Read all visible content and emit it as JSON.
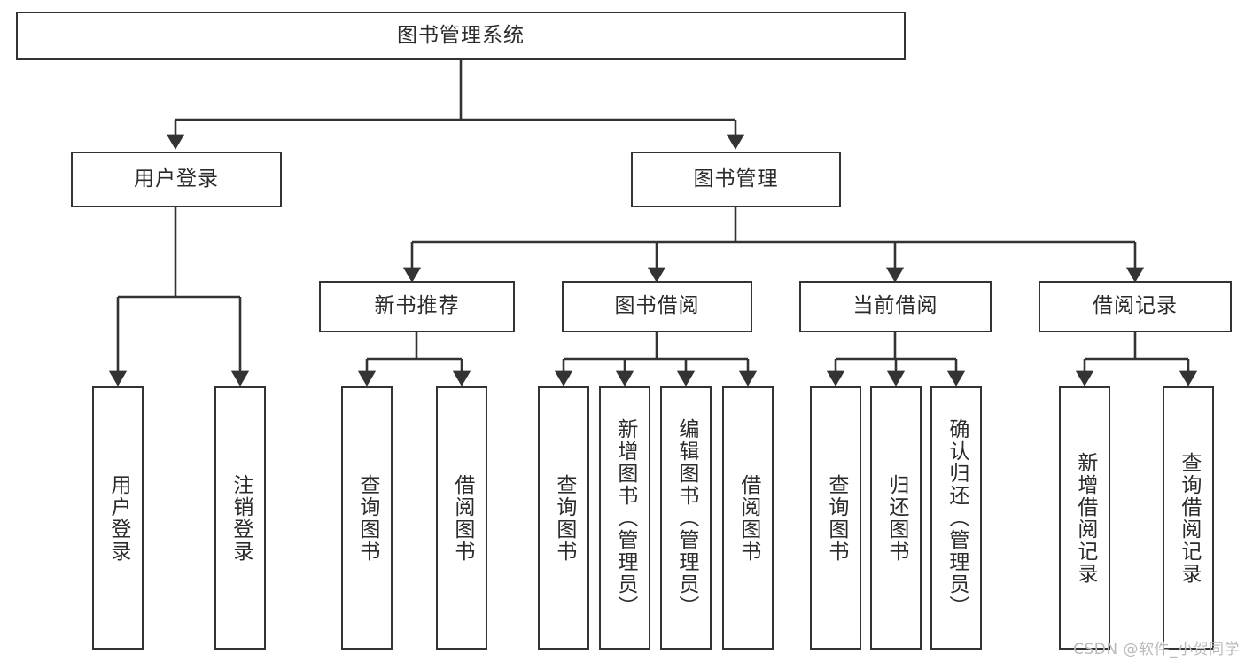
{
  "diagram": {
    "title": "图书管理系统",
    "type": "tree",
    "watermark": "CSDN @软件_小贺同学",
    "colors": {
      "stroke": "#333333",
      "text": "#2b2b2b",
      "background": "#ffffff",
      "watermark": "#b9b9b9"
    },
    "root": {
      "label": "图书管理系统",
      "orientation": "horizontal"
    },
    "level2": [
      {
        "label": "用户登录",
        "orientation": "horizontal"
      },
      {
        "label": "图书管理",
        "orientation": "horizontal"
      }
    ],
    "level3": [
      {
        "label": "新书推荐",
        "orientation": "horizontal"
      },
      {
        "label": "图书借阅",
        "orientation": "horizontal"
      },
      {
        "label": "当前借阅",
        "orientation": "horizontal"
      },
      {
        "label": "借阅记录",
        "orientation": "horizontal"
      }
    ],
    "leaves": {
      "user_login": [
        {
          "label": "用户登录",
          "orientation": "vertical"
        },
        {
          "label": "注销登录",
          "orientation": "vertical"
        }
      ],
      "new_book_recommend": [
        {
          "label": "查询图书",
          "orientation": "vertical"
        },
        {
          "label": "借阅图书",
          "orientation": "vertical"
        }
      ],
      "book_borrow": [
        {
          "label": "查询图书",
          "orientation": "vertical"
        },
        {
          "label": "新增图书（管理员）",
          "orientation": "vertical"
        },
        {
          "label": "编辑图书（管理员）",
          "orientation": "vertical"
        },
        {
          "label": "借阅图书",
          "orientation": "vertical"
        }
      ],
      "current_borrow": [
        {
          "label": "查询图书",
          "orientation": "vertical"
        },
        {
          "label": "归还图书",
          "orientation": "vertical"
        },
        {
          "label": "确认归还（管理员）",
          "orientation": "vertical"
        }
      ],
      "borrow_record": [
        {
          "label": "新增借阅记录",
          "orientation": "vertical"
        },
        {
          "label": "查询借阅记录",
          "orientation": "vertical"
        }
      ]
    }
  }
}
